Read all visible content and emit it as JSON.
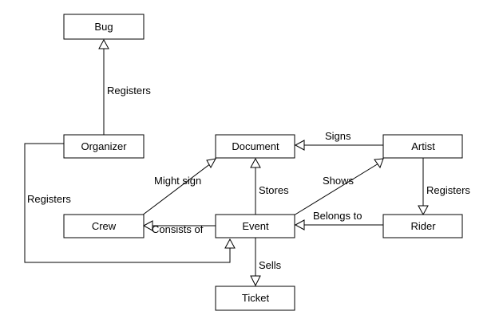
{
  "diagram": {
    "nodes": {
      "bug": "Bug",
      "organizer": "Organizer",
      "document": "Document",
      "artist": "Artist",
      "crew": "Crew",
      "event": "Event",
      "rider": "Rider",
      "ticket": "Ticket"
    },
    "edges": {
      "organizer_bug": "Registers",
      "artist_document": "Signs",
      "crew_document": "Might sign",
      "event_document": "Stores",
      "event_artist": "Shows",
      "artist_rider": "Registers",
      "organizer_event": "Registers",
      "event_crew": "Consists of",
      "rider_event": "Belongs to",
      "event_ticket": "Sells"
    }
  }
}
